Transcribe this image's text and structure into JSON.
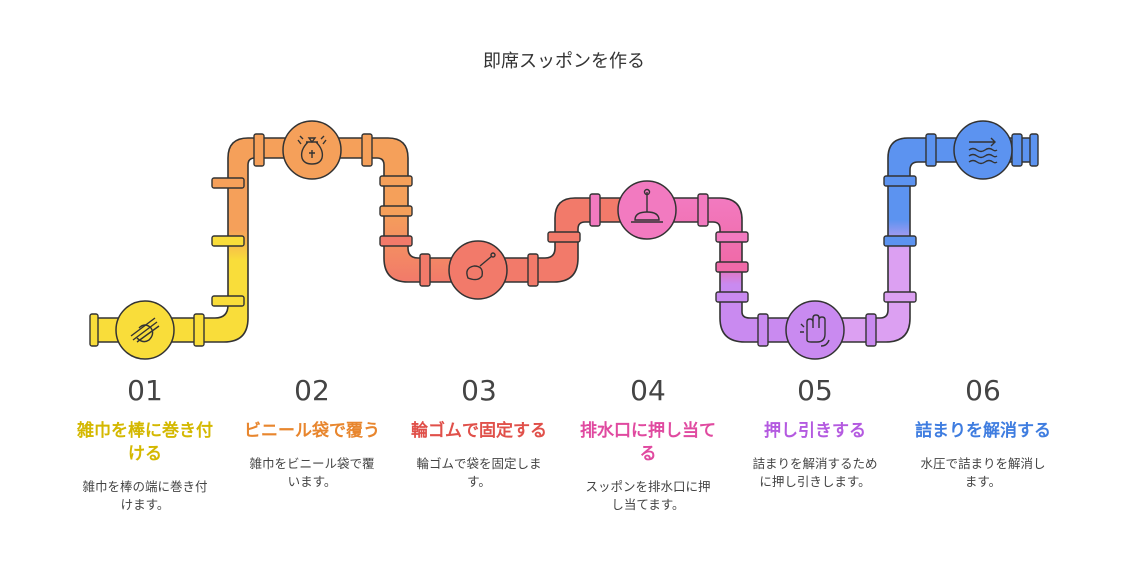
{
  "title": "即席スッポンを作る",
  "colors": {
    "yellow": "#f7dd3c",
    "orange": "#f5a05a",
    "red": "#f2706c",
    "pink": "#f27ac0",
    "purple": "#c98af0",
    "blue": "#5c93f0"
  },
  "steps": [
    {
      "num": "01",
      "title": "雑巾を棒に巻き付ける",
      "desc": "雑巾を棒の端に巻き付けます。",
      "icon": "rag-hand-icon",
      "color": "#d4b800"
    },
    {
      "num": "02",
      "title": "ビニール袋で覆う",
      "desc": "雑巾をビニール袋で覆います。",
      "icon": "bag-icon",
      "color": "#e8862e"
    },
    {
      "num": "03",
      "title": "輪ゴムで固定する",
      "desc": "輪ゴムで袋を固定します。",
      "icon": "rubber-band-icon",
      "color": "#e0504a"
    },
    {
      "num": "04",
      "title": "排水口に押し当てる",
      "desc": "スッポンを排水口に押し当てます。",
      "icon": "plunger-icon",
      "color": "#e04aa0"
    },
    {
      "num": "05",
      "title": "押し引きする",
      "desc": "詰まりを解消するために押し引きします。",
      "icon": "push-hand-icon",
      "color": "#b45ae0"
    },
    {
      "num": "06",
      "title": "詰まりを解消する",
      "desc": "水圧で詰まりを解消します。",
      "icon": "water-flow-icon",
      "color": "#3f7de0"
    }
  ]
}
